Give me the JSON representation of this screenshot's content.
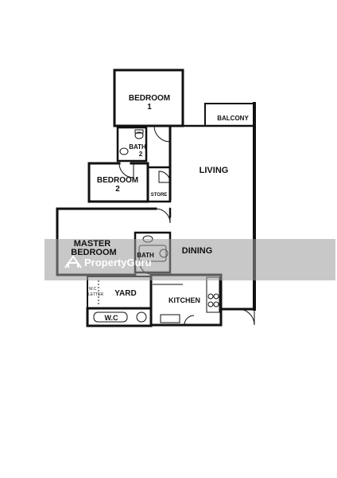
{
  "rooms": {
    "bedroom1": "BEDROOM\n1",
    "bedroom1_line1": "BEDROOM",
    "bedroom1_line2": "1",
    "bath2_line1": "BATH",
    "bath2_line2": "2",
    "balcony": "BALCONY",
    "living": "LIVING",
    "bedroom2_line1": "BEDROOM",
    "bedroom2_line2": "2",
    "store": "STORE",
    "master_line1": "MASTER",
    "master_line2": "BEDROOM",
    "bath": "BATH",
    "dining": "DINING",
    "wc_letter_line1": "W.C",
    "wc_letter_line2": "LETTER",
    "yard": "YARD",
    "kitchen": "KITCHEN",
    "wc": "W.C"
  },
  "watermark": {
    "text": "PropertyGuru"
  },
  "colors": {
    "wall": "#111111",
    "watermark_band": "#9a9a9a"
  }
}
